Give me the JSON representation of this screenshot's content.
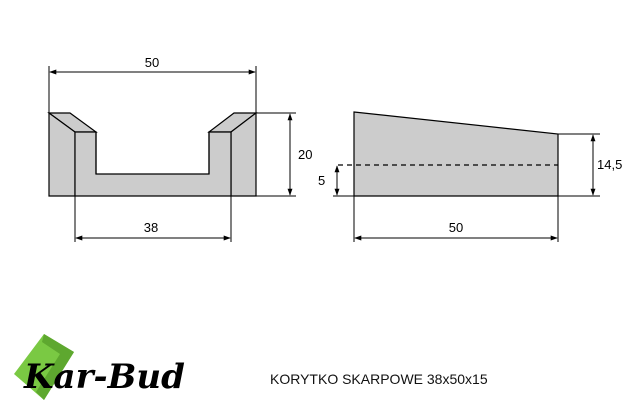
{
  "front_view": {
    "width_label": "50",
    "inner_width_label": "38",
    "height_label": "20"
  },
  "side_view": {
    "length_label": "50",
    "height_label": "14,5",
    "depth_label": "5"
  },
  "logo": {
    "text": "Kar-Bud",
    "accent_color": "#7ac943"
  },
  "product": {
    "title": "KORYTKO SKARPOWE 38x50x15"
  },
  "colors": {
    "fill": "#cccccc",
    "stroke": "#000000"
  }
}
